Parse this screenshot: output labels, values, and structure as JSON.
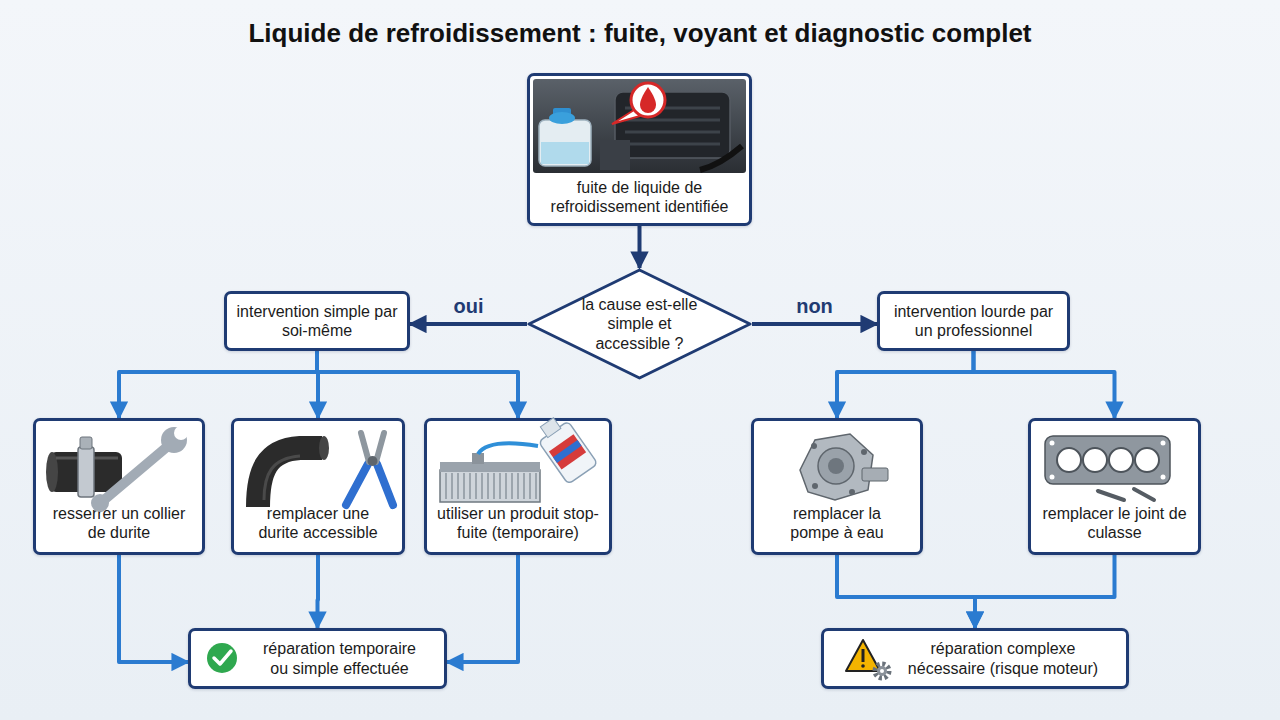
{
  "diagram": {
    "title": "Liquide de refroidissement : fuite, voyant et diagnostic complet",
    "nodes": [
      {
        "text": [
          "fuite de liquide de refroidissement identifiée"
        ]
      },
      {
        "text": [
          "la cause est-elle simple et accessible ?"
        ]
      },
      {
        "text": [
          "intervention simple par soi-même"
        ]
      },
      {
        "text": [
          "intervention lourde par un professionnel"
        ]
      },
      {
        "text": [
          "resserrer un collier de durite"
        ]
      },
      {
        "text": [
          "remplacer une durite accessible"
        ]
      },
      {
        "text": [
          "utiliser un produit stop-fuite (temporaire)"
        ]
      },
      {
        "text": [
          "remplacer la pompe à eau"
        ]
      },
      {
        "text": [
          "remplacer le joint de culasse"
        ]
      },
      {
        "text": [
          "réparation temporaire ou simple effectuée"
        ]
      },
      {
        "text": [
          "réparation complexe nécessaire (risque moteur)"
        ]
      }
    ],
    "edges": [
      {
        "from": 0,
        "to": 1,
        "arrow": "to"
      },
      {
        "from": 1,
        "to": 2,
        "label": "oui",
        "arrow": "to"
      },
      {
        "from": 1,
        "to": 3,
        "label": "non",
        "arrow": "to"
      },
      {
        "from": 2,
        "to": 4,
        "arrow": "to"
      },
      {
        "from": 2,
        "to": 5,
        "arrow": "to"
      },
      {
        "from": 2,
        "to": 6,
        "arrow": "to"
      },
      {
        "from": 3,
        "to": 7,
        "arrow": "to"
      },
      {
        "from": 3,
        "to": 8,
        "arrow": "to"
      },
      {
        "from": 4,
        "to": 9,
        "arrow": "to"
      },
      {
        "from": 5,
        "to": 9,
        "arrow": "to"
      },
      {
        "from": 6,
        "to": 9,
        "arrow": "to"
      },
      {
        "from": 7,
        "to": 10,
        "arrow": "to"
      },
      {
        "from": 8,
        "to": 10,
        "arrow": "to"
      }
    ]
  }
}
